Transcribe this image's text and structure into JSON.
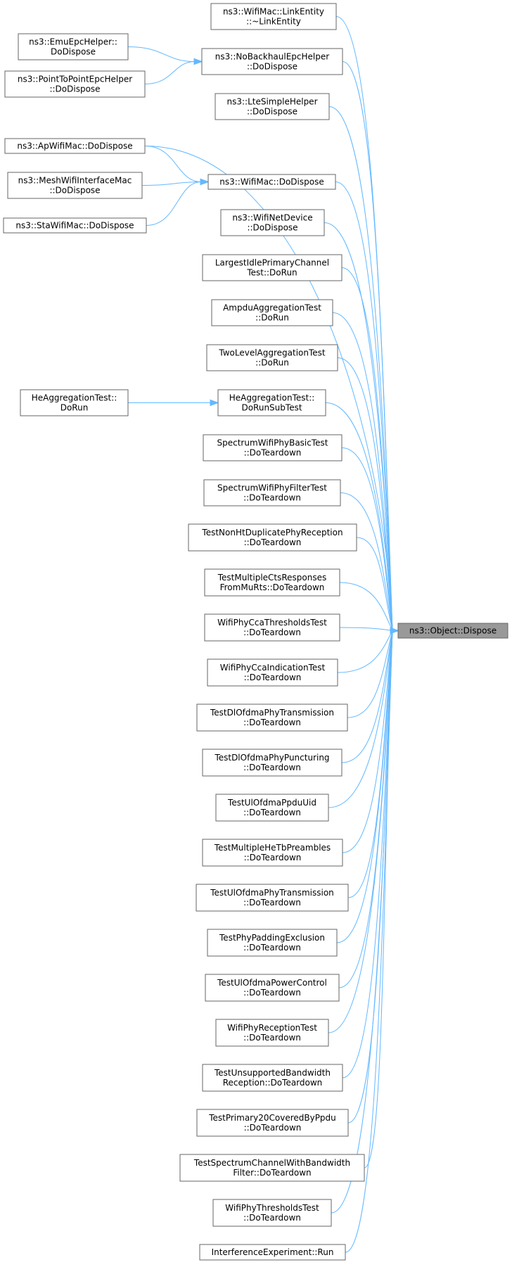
{
  "graph": {
    "root": {
      "id": "root",
      "lines": [
        "ns3::Object::Dispose"
      ]
    },
    "nodes": [
      {
        "id": "n1",
        "lines": [
          "ns3::WifiMac::LinkEntity",
          "::~LinkEntity"
        ]
      },
      {
        "id": "n2",
        "lines": [
          "ns3::NoBackhaulEpcHelper",
          "::DoDispose"
        ]
      },
      {
        "id": "n3",
        "lines": [
          "ns3::EmuEpcHelper::",
          "DoDispose"
        ]
      },
      {
        "id": "n4",
        "lines": [
          "ns3::PointToPointEpcHelper",
          "::DoDispose"
        ]
      },
      {
        "id": "n5",
        "lines": [
          "ns3::LteSimpleHelper",
          "::DoDispose"
        ]
      },
      {
        "id": "n6",
        "lines": [
          "ns3::WifiMac::DoDispose"
        ]
      },
      {
        "id": "n7",
        "lines": [
          "ns3::ApWifiMac::DoDispose"
        ]
      },
      {
        "id": "n8",
        "lines": [
          "ns3::MeshWifiInterfaceMac",
          "::DoDispose"
        ]
      },
      {
        "id": "n9",
        "lines": [
          "ns3::StaWifiMac::DoDispose"
        ]
      },
      {
        "id": "n10",
        "lines": [
          "ns3::WifiNetDevice",
          "::DoDispose"
        ]
      },
      {
        "id": "n11",
        "lines": [
          "LargestIdlePrimaryChannel",
          "Test::DoRun"
        ]
      },
      {
        "id": "n12",
        "lines": [
          "AmpduAggregationTest",
          "::DoRun"
        ]
      },
      {
        "id": "n13",
        "lines": [
          "TwoLevelAggregationTest",
          "::DoRun"
        ]
      },
      {
        "id": "n14",
        "lines": [
          "HeAggregationTest::",
          "DoRunSubTest"
        ]
      },
      {
        "id": "n15",
        "lines": [
          "HeAggregationTest::",
          "DoRun"
        ]
      },
      {
        "id": "n16",
        "lines": [
          "SpectrumWifiPhyBasicTest",
          "::DoTeardown"
        ]
      },
      {
        "id": "n17",
        "lines": [
          "SpectrumWifiPhyFilterTest",
          "::DoTeardown"
        ]
      },
      {
        "id": "n18",
        "lines": [
          "TestNonHtDuplicatePhyReception",
          "::DoTeardown"
        ]
      },
      {
        "id": "n19",
        "lines": [
          "TestMultipleCtsResponses",
          "FromMuRts::DoTeardown"
        ]
      },
      {
        "id": "n20",
        "lines": [
          "WifiPhyCcaThresholdsTest",
          "::DoTeardown"
        ]
      },
      {
        "id": "n21",
        "lines": [
          "WifiPhyCcaIndicationTest",
          "::DoTeardown"
        ]
      },
      {
        "id": "n22",
        "lines": [
          "TestDlOfdmaPhyTransmission",
          "::DoTeardown"
        ]
      },
      {
        "id": "n23",
        "lines": [
          "TestDlOfdmaPhyPuncturing",
          "::DoTeardown"
        ]
      },
      {
        "id": "n24",
        "lines": [
          "TestUlOfdmaPpduUid",
          "::DoTeardown"
        ]
      },
      {
        "id": "n25",
        "lines": [
          "TestMultipleHeTbPreambles",
          "::DoTeardown"
        ]
      },
      {
        "id": "n26",
        "lines": [
          "TestUlOfdmaPhyTransmission",
          "::DoTeardown"
        ]
      },
      {
        "id": "n27",
        "lines": [
          "TestPhyPaddingExclusion",
          "::DoTeardown"
        ]
      },
      {
        "id": "n28",
        "lines": [
          "TestUlOfdmaPowerControl",
          "::DoTeardown"
        ]
      },
      {
        "id": "n29",
        "lines": [
          "WifiPhyReceptionTest",
          "::DoTeardown"
        ]
      },
      {
        "id": "n30",
        "lines": [
          "TestUnsupportedBandwidth",
          "Reception::DoTeardown"
        ]
      },
      {
        "id": "n31",
        "lines": [
          "TestPrimary20CoveredByPpdu",
          "::DoTeardown"
        ]
      },
      {
        "id": "n32",
        "lines": [
          "TestSpectrumChannelWithBandwidth",
          "Filter::DoTeardown"
        ]
      },
      {
        "id": "n33",
        "lines": [
          "WifiPhyThresholdsTest",
          "::DoTeardown"
        ]
      },
      {
        "id": "n34",
        "lines": [
          "InterferenceExperiment::Run"
        ]
      }
    ],
    "edges": [
      [
        "n1",
        "root"
      ],
      [
        "n2",
        "root"
      ],
      [
        "n3",
        "n2"
      ],
      [
        "n4",
        "n2"
      ],
      [
        "n5",
        "root"
      ],
      [
        "n6",
        "root"
      ],
      [
        "n7",
        "n6"
      ],
      [
        "n7",
        "root"
      ],
      [
        "n8",
        "n6"
      ],
      [
        "n9",
        "n6"
      ],
      [
        "n10",
        "root"
      ],
      [
        "n11",
        "root"
      ],
      [
        "n12",
        "root"
      ],
      [
        "n13",
        "root"
      ],
      [
        "n14",
        "root"
      ],
      [
        "n15",
        "n14"
      ],
      [
        "n16",
        "root"
      ],
      [
        "n17",
        "root"
      ],
      [
        "n18",
        "root"
      ],
      [
        "n19",
        "root"
      ],
      [
        "n20",
        "root"
      ],
      [
        "n21",
        "root"
      ],
      [
        "n22",
        "root"
      ],
      [
        "n23",
        "root"
      ],
      [
        "n24",
        "root"
      ],
      [
        "n25",
        "root"
      ],
      [
        "n26",
        "root"
      ],
      [
        "n27",
        "root"
      ],
      [
        "n28",
        "root"
      ],
      [
        "n29",
        "root"
      ],
      [
        "n30",
        "root"
      ],
      [
        "n31",
        "root"
      ],
      [
        "n32",
        "root"
      ],
      [
        "n33",
        "root"
      ],
      [
        "n34",
        "root"
      ]
    ],
    "colors": {
      "edge": "#63b8ff",
      "node_border": "#666666",
      "root_fill": "#999999"
    }
  }
}
